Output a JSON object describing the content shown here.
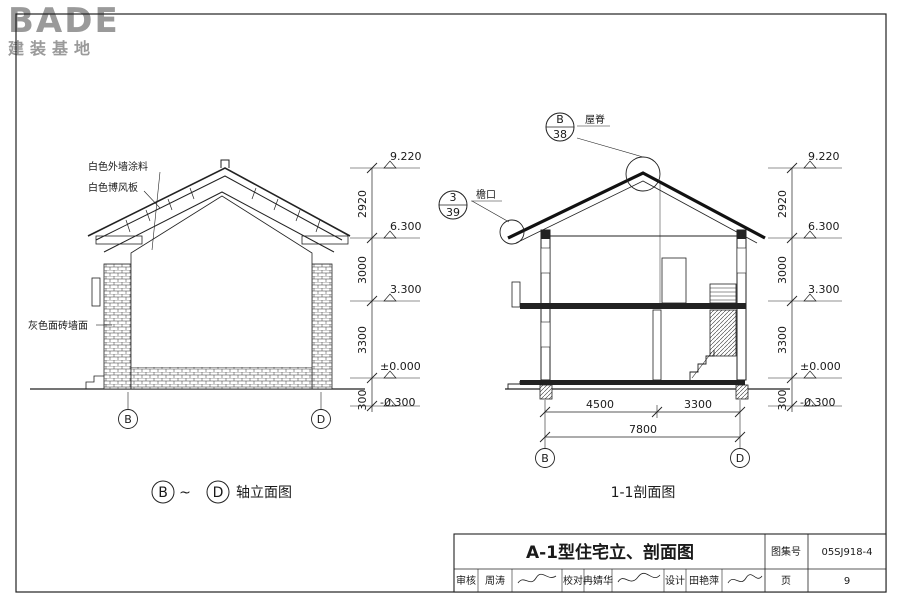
{
  "logo": {
    "main": "BADE",
    "sub": "建装基地"
  },
  "left_view": {
    "annotations": {
      "wall_paint": "白色外墙涂料",
      "barge_board": "白色博风板",
      "brick_tile": "灰色面砖墙面"
    },
    "axes": [
      "B",
      "D"
    ],
    "caption": {
      "axis_from": "B",
      "tilde": "~",
      "axis_to": "D",
      "text": "轴立面图"
    }
  },
  "right_view": {
    "callouts": [
      {
        "num": "B",
        "den": "38",
        "label": "屋脊"
      },
      {
        "num": "3",
        "den": "39",
        "label": "檐口"
      }
    ],
    "axes": [
      "B",
      "D"
    ],
    "caption": "1-1剖面图",
    "spans": [
      "4500",
      "3300"
    ],
    "total_span": "7800"
  },
  "elevations": {
    "marks": [
      "9.220",
      "6.300",
      "3.300",
      "±0.000",
      "-0.300"
    ],
    "segments": [
      "2920",
      "3000",
      "3300",
      "300"
    ]
  },
  "title_block": {
    "title": "A-1型住宅立、剖面图",
    "atlas_label": "图集号",
    "atlas_no": "05SJ918-4",
    "review_label": "审核",
    "reviewer": "周涛",
    "check_label": "校对",
    "checker": "冉婧华",
    "design_label": "设计",
    "designer": "田艳萍",
    "page_label": "页",
    "page_no": "9"
  }
}
